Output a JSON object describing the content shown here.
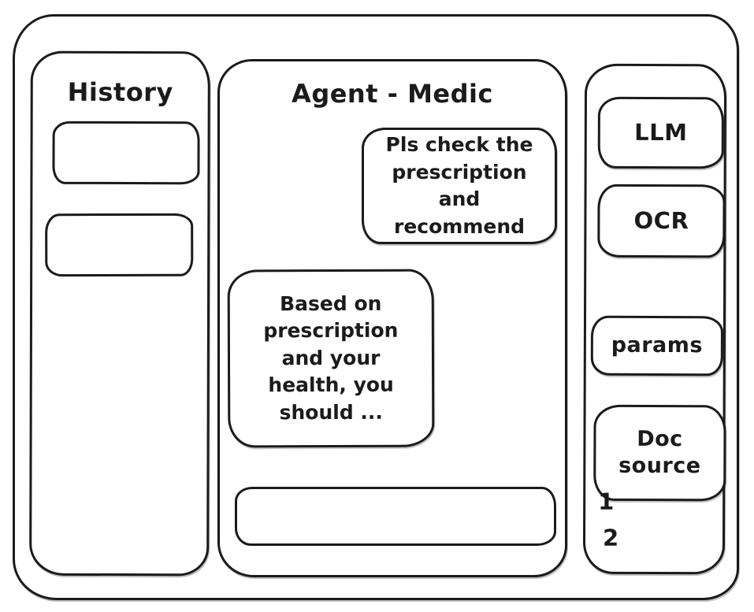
{
  "window": {
    "ink": "#1b1b1b",
    "background": "#ffffff"
  },
  "history_panel": {
    "title": "History",
    "items": [
      {
        "label": ""
      },
      {
        "label": ""
      }
    ]
  },
  "chat_panel": {
    "title": "Agent - Medic",
    "messages": [
      {
        "role": "user",
        "text": "Pls check the prescription and recommend"
      },
      {
        "role": "assistant",
        "text": "Based on prescription and your health, you should ..."
      }
    ],
    "composer": {
      "value": "",
      "placeholder": ""
    }
  },
  "tools_panel": {
    "buttons": [
      {
        "label": "LLM"
      },
      {
        "label": "OCR"
      },
      {
        "label": "params"
      },
      {
        "label": "Doc source"
      }
    ],
    "doc_sources": [
      {
        "label": "1"
      },
      {
        "label": "2"
      }
    ]
  }
}
